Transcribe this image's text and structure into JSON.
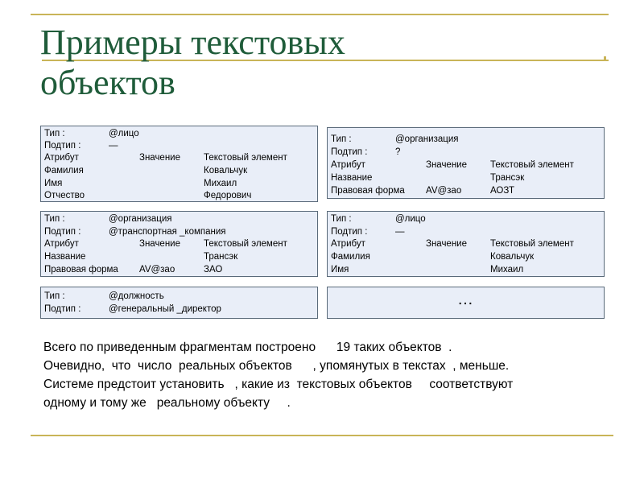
{
  "slide": {
    "title_lines": [
      "Примеры текстовых",
      "объектов"
    ],
    "accent_color": "#c9b458",
    "title_color": "#1f5c3a"
  },
  "cards": [
    {
      "rows": [
        [
          "Тип  :",
          "@лицо",
          "",
          ""
        ],
        [
          "Подтип  :",
          "—",
          "",
          ""
        ],
        [
          "Атрибут",
          "",
          "Значение",
          "Текстовый элемент"
        ],
        [
          "Фамилия",
          "",
          "",
          "Ковальчук"
        ],
        [
          "Имя",
          "",
          "",
          "Михаил"
        ],
        [
          "Отчество",
          "",
          "",
          "Федорович"
        ]
      ]
    },
    {
      "rows": [
        [
          "Тип  :",
          "@организация",
          "",
          ""
        ],
        [
          "Подтип  :",
          "?",
          "",
          ""
        ],
        [
          "Атрибут",
          "",
          "Значение",
          "Текстовый элемент"
        ],
        [
          "Название",
          "",
          "",
          "Трансэк"
        ],
        [
          "Правовая форма",
          "",
          "AV@зао",
          "АОЗТ"
        ]
      ]
    },
    {
      "rows": [
        [
          "Тип  :",
          "@организация",
          "",
          ""
        ],
        [
          "Подтип  :",
          "@транспортная   _компания",
          "",
          ""
        ],
        [
          "Атрибут",
          "",
          "Значение",
          "Текстовый элемент"
        ],
        [
          "Название",
          "",
          "",
          "Трансэк"
        ],
        [
          "Правовая форма",
          "",
          "AV@зао",
          "ЗАО"
        ]
      ]
    },
    {
      "rows": [
        [
          "Тип  :",
          "@лицо",
          "",
          ""
        ],
        [
          "Подтип  :",
          "—",
          "",
          ""
        ],
        [
          "Атрибут",
          "",
          "Значение",
          "Текстовый элемент"
        ],
        [
          "Фамилия",
          "",
          "",
          "Ковальчук"
        ],
        [
          "Имя",
          "",
          "",
          "Михаил"
        ]
      ]
    },
    {
      "rows": [
        [
          "Тип  :",
          "@должность",
          "",
          ""
        ],
        [
          "Подтип  :",
          "@генеральный   _директор",
          "",
          ""
        ]
      ]
    },
    {
      "ellipsis": "…"
    }
  ],
  "summary": {
    "lines": [
      "Всего по приведенным фрагментам построено      19 таких объектов  .",
      "Очевидно,  что  число  реальных объектов      , упомянутых в текстах  , меньше.",
      "Системе предстоит установить   , какие из  текстовых объектов     соответствуют",
      "одному и тому же   реальному объекту     ."
    ]
  }
}
